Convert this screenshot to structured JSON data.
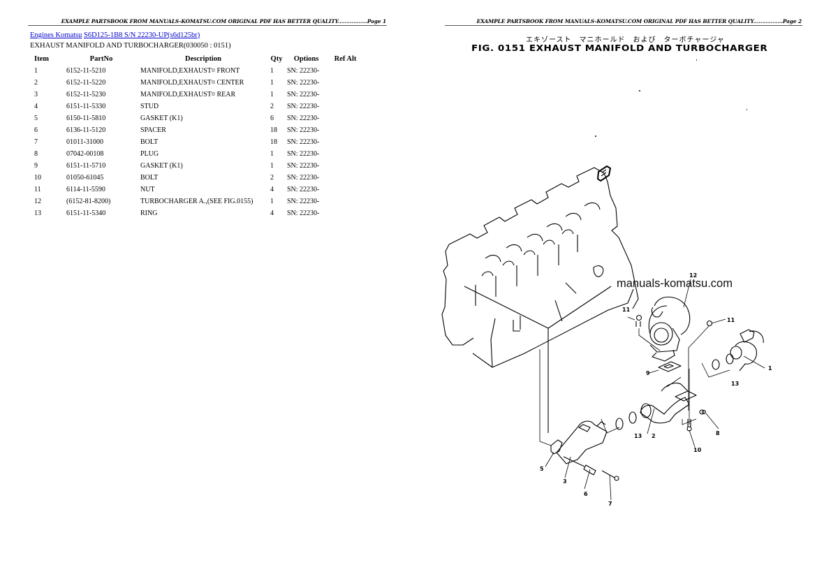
{
  "page1": {
    "header": "EXAMPLE PARTSBOOK FROM MANUALS-KOMATSU.COM ORIGINAL PDF HAS BETTER QUALITY.................Page 1",
    "breadcrumb": {
      "link1": "Engines Komatsu",
      "link2": "S6D125-1B8 S/N 22230-UP(s6d125br)"
    },
    "subtitle": "EXHAUST MANIFOLD AND TURBOCHARGER(030050 : 0151)",
    "table": {
      "headers": [
        "Item",
        "PartNo",
        "Description",
        "Qty",
        "Options",
        "Ref Alt"
      ],
      "rows": [
        {
          "item": "1",
          "partno": "6152-11-5210",
          "description": "MANIFOLD,EXHAUST¤ FRONT",
          "qty": "1",
          "options": "SN: 22230-",
          "refalt": ""
        },
        {
          "item": "2",
          "partno": "6152-11-5220",
          "description": "MANIFOLD,EXHAUST¤ CENTER",
          "qty": "1",
          "options": "SN: 22230-",
          "refalt": ""
        },
        {
          "item": "3",
          "partno": "6152-11-5230",
          "description": "MANIFOLD,EXHAUST¤ REAR",
          "qty": "1",
          "options": "SN: 22230-",
          "refalt": ""
        },
        {
          "item": "4",
          "partno": "6151-11-5330",
          "description": "STUD",
          "qty": "2",
          "options": "SN: 22230-",
          "refalt": ""
        },
        {
          "item": "5",
          "partno": "6150-11-5810",
          "description": "GASKET (K1)",
          "qty": "6",
          "options": "SN: 22230-",
          "refalt": ""
        },
        {
          "item": "6",
          "partno": "6136-11-5120",
          "description": "SPACER",
          "qty": "18",
          "options": "SN: 22230-",
          "refalt": ""
        },
        {
          "item": "7",
          "partno": "01011-31000",
          "description": "BOLT",
          "qty": "18",
          "options": "SN: 22230-",
          "refalt": ""
        },
        {
          "item": "8",
          "partno": "07042-00108",
          "description": "PLUG",
          "qty": "1",
          "options": "SN: 22230-",
          "refalt": ""
        },
        {
          "item": "9",
          "partno": "6151-11-5710",
          "description": "GASKET (K1)",
          "qty": "1",
          "options": "SN: 22230-",
          "refalt": ""
        },
        {
          "item": "10",
          "partno": "01050-61045",
          "description": "BOLT",
          "qty": "2",
          "options": "SN: 22230-",
          "refalt": ""
        },
        {
          "item": "11",
          "partno": "6114-11-5590",
          "description": "NUT",
          "qty": "4",
          "options": "SN: 22230-",
          "refalt": ""
        },
        {
          "item": "12",
          "partno": "(6152-81-8200)",
          "description": "TURBOCHARGER A.,(SEE FIG.0155)",
          "qty": "1",
          "options": "SN: 22230-",
          "refalt": ""
        },
        {
          "item": "13",
          "partno": "6151-11-5340",
          "description": "RING",
          "qty": "4",
          "options": "SN: 22230-",
          "refalt": ""
        }
      ]
    }
  },
  "page2": {
    "header": "EXAMPLE PARTSBOOK FROM MANUALS-KOMATSU.COM ORIGINAL PDF HAS BETTER QUALITY.................Page 2",
    "figure_title_jp": "エキゾースト　マニホールド　および　ターボチャージャ",
    "figure_title": "FIG. 0151  EXHAUST MANIFOLD AND TURBOCHARGER",
    "watermark": "manuals-komatsu.com",
    "callouts": [
      "1",
      "2",
      "3",
      "5",
      "6",
      "7",
      "8",
      "9",
      "10",
      "11",
      "11",
      "12",
      "13",
      "13"
    ]
  }
}
